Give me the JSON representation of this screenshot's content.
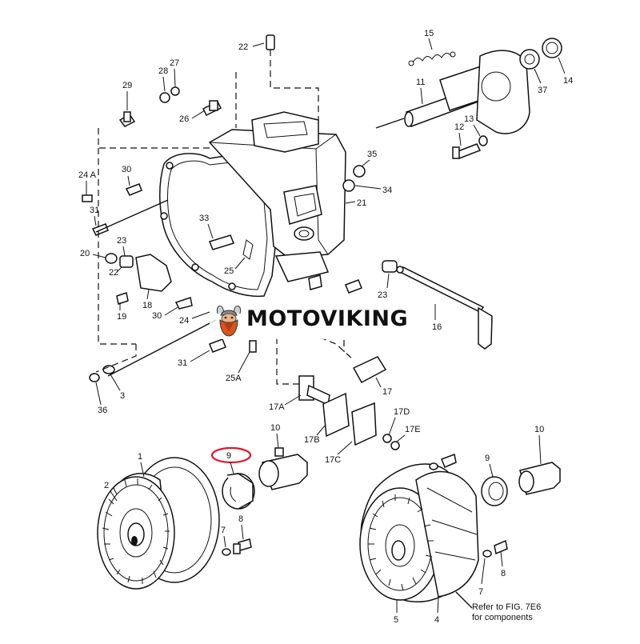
{
  "brand": {
    "name": "MOTOVIKING",
    "highlight_color": "#e0162b"
  },
  "diagram": {
    "part_labels": [
      "1",
      "2",
      "3",
      "4",
      "5",
      "7",
      "8",
      "9",
      "10",
      "11",
      "12",
      "13",
      "14",
      "15",
      "16",
      "17",
      "17A",
      "17B",
      "17C",
      "17D",
      "17E",
      "18",
      "19",
      "20",
      "21",
      "22",
      "23",
      "24",
      "24A",
      "25",
      "25A",
      "26",
      "27",
      "28",
      "29",
      "30",
      "31",
      "33",
      "34",
      "35",
      "36",
      "37"
    ],
    "highlighted_part": "9",
    "note_line1": "Refer to FIG. 7E6",
    "note_line2": "for components"
  }
}
